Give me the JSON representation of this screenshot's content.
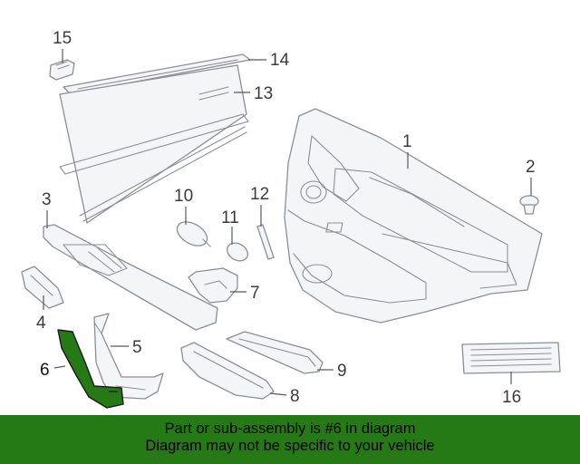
{
  "diagram": {
    "callouts": {
      "c1": "1",
      "c2": "2",
      "c3": "3",
      "c4": "4",
      "c5": "5",
      "c6": "6",
      "c7": "7",
      "c8": "8",
      "c9": "9",
      "c10": "10",
      "c11": "11",
      "c12": "12",
      "c13": "13",
      "c14": "14",
      "c15": "15",
      "c16": "16"
    },
    "highlight_color": "#267a15"
  },
  "banner": {
    "line1": "Part or sub-assembly is #6 in diagram",
    "line2": "Diagram may not be specific to your vehicle",
    "background": "#267a15"
  }
}
